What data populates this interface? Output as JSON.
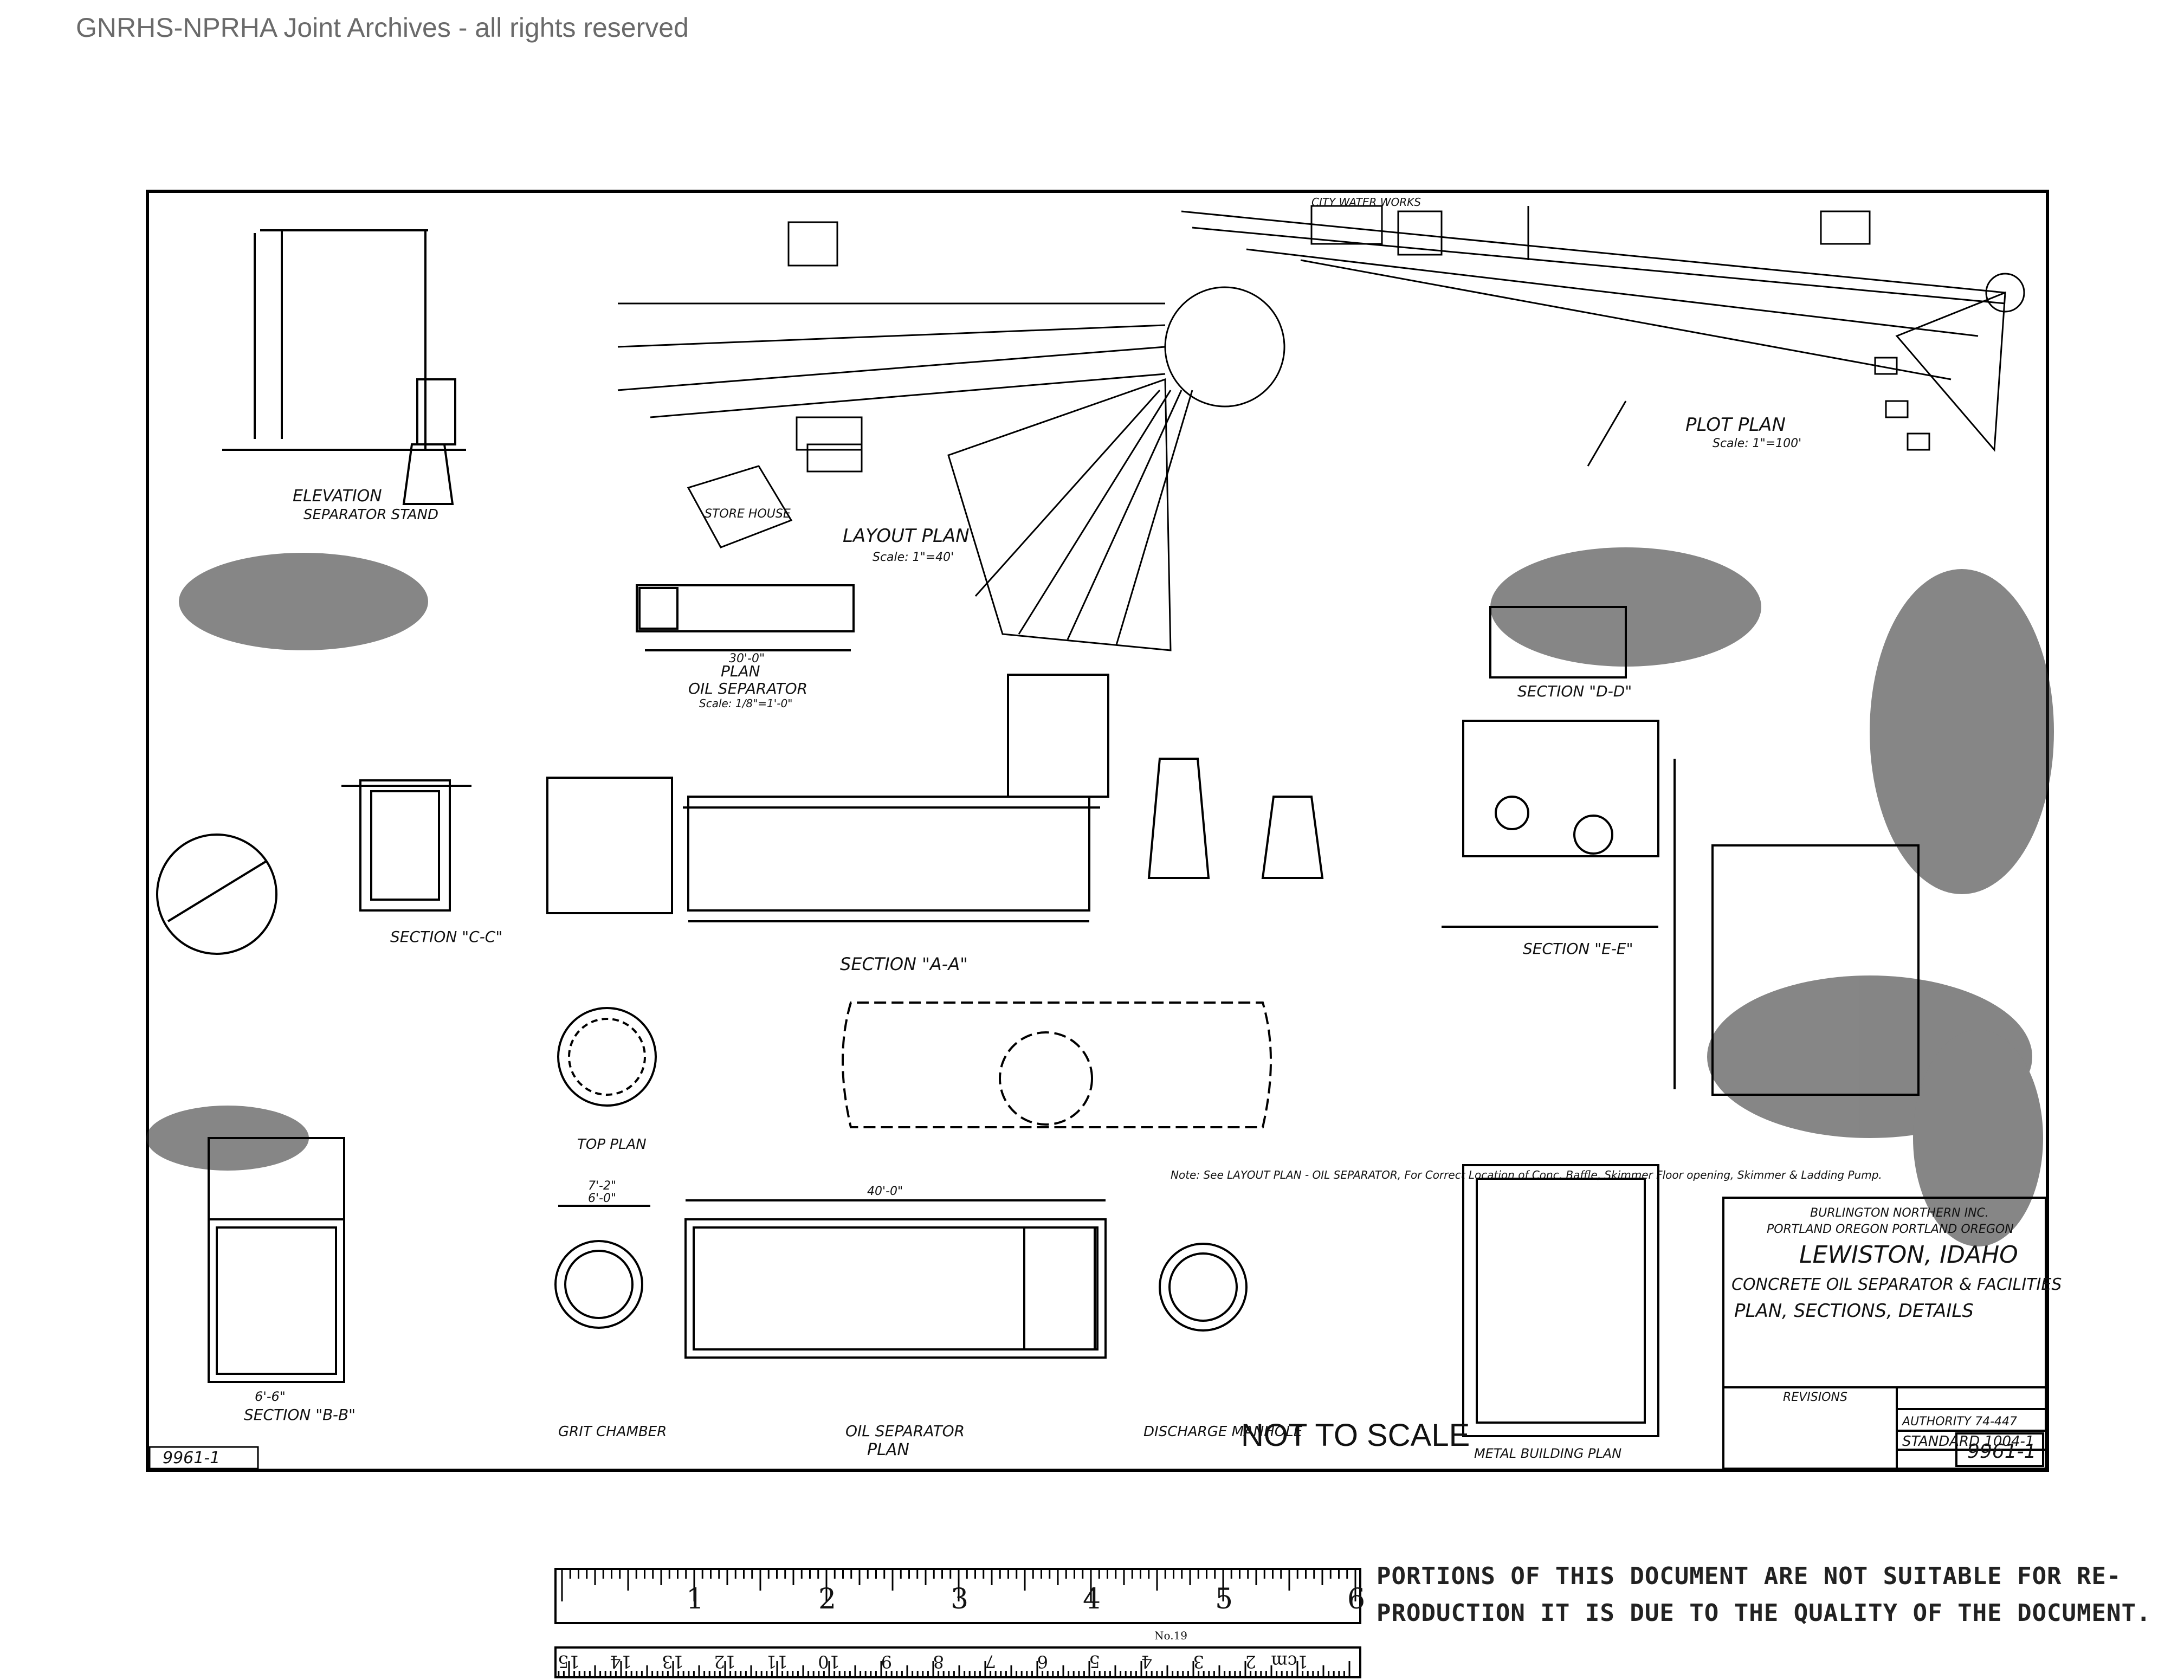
{
  "watermark": "GNRHS-NPRHA Joint Archives - all rights reserved",
  "views": {
    "plot_plan": "PLOT PLAN",
    "plot_plan_scale": "Scale: 1\"=100'",
    "layout_plan": "LAYOUT PLAN",
    "layout_plan_scale": "Scale: 1\"=40'",
    "plan_oil_separator": "PLAN",
    "plan_oil_separator_sub": "OIL SEPARATOR",
    "plan_oil_separator_scale": "Scale: 1/8\"=1'-0\"",
    "elevation": "ELEVATION",
    "elevation_sub": "SEPARATOR STAND",
    "section_cc": "SECTION \"C-C\"",
    "section_aa": "SECTION \"A-A\"",
    "section_dd": "SECTION \"D-D\"",
    "section_ee": "SECTION \"E-E\"",
    "section_bb": "SECTION \"B-B\"",
    "top_plan": "TOP PLAN",
    "grit_chamber": "GRIT CHAMBER",
    "oil_separator_plan": "OIL SEPARATOR",
    "oil_separator_plan_sub": "PLAN",
    "discharge_manhole": "DISCHARGE MANHOLE",
    "metal_building_plan": "METAL BUILDING PLAN",
    "city_water_works": "CITY WATER WORKS",
    "store_house": "STORE HOUSE",
    "dim_305": "30'-0\"",
    "dim_40": "40'-0\"",
    "dim_66": "6'-6\"",
    "dim_60": "6'-0\"",
    "dim_72": "7'-2\""
  },
  "note": "Note: See LAYOUT PLAN - OIL SEPARATOR, For Correct Location of Conc. Baffle, Skimmer Floor opening, Skimmer & Ladding Pump.",
  "title_block": {
    "company": "BURLINGTON NORTHERN INC.",
    "offices": "PORTLAND OREGON    PORTLAND OREGON",
    "location": "LEWISTON, IDAHO",
    "title1": "CONCRETE OIL SEPARATOR & FACILITIES",
    "title2": "PLAN, SECTIONS, DETAILS",
    "revisions": "REVISIONS",
    "authority": "AUTHORITY  74-447",
    "plan_no": "STANDARD 1004-1",
    "sheet_no": "9961-1"
  },
  "plan_box": "9961-1",
  "not_to_scale": "NOT TO SCALE",
  "ruler": {
    "inch_labels": [
      "1",
      "2",
      "3",
      "4",
      "5",
      "6"
    ],
    "cm_labels": [
      "1cm",
      "2",
      "3",
      "4",
      "5",
      "6",
      "7",
      "8",
      "9",
      "10",
      "11",
      "12",
      "13",
      "14",
      "15"
    ],
    "number_label": "No.19"
  },
  "disclaimer": [
    "PORTIONS OF THIS DOCUMENT ARE NOT SUITABLE FOR RE-",
    "PRODUCTION IT IS DUE TO THE QUALITY OF THE DOCUMENT."
  ]
}
